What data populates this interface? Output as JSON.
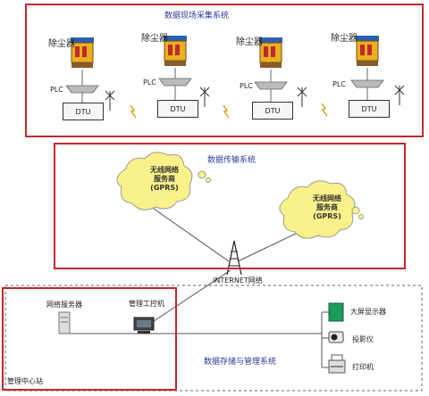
{
  "sections": {
    "acquisition_title": "数据现场采集系统",
    "transmission_title": "数据传输系统",
    "storage_title": "数据存储与管理系统",
    "management_center": "管理中心站"
  },
  "acquisition": {
    "units": [
      {
        "device": "除尘器",
        "plc": "PLC",
        "dtu": "DTU"
      },
      {
        "device": "除尘器",
        "plc": "PLC",
        "dtu": "DTU"
      },
      {
        "device": "除尘器",
        "plc": "PLC",
        "dtu": "DTU"
      },
      {
        "device": "除尘器",
        "plc": "PLC",
        "dtu": "DTU"
      }
    ]
  },
  "transmission": {
    "cloud_left": {
      "line1": "无线网络",
      "line2": "服务商",
      "line3": "(GPRS)"
    },
    "cloud_right": {
      "line1": "无线网络",
      "line2": "服务商",
      "line3": "(GPRS)"
    },
    "internet": "INTERNET网络"
  },
  "storage": {
    "web_server": "网络服务器",
    "workstation": "管理工控机",
    "display": "大屏显示器",
    "projector": "投影仪",
    "printer": "打印机"
  }
}
